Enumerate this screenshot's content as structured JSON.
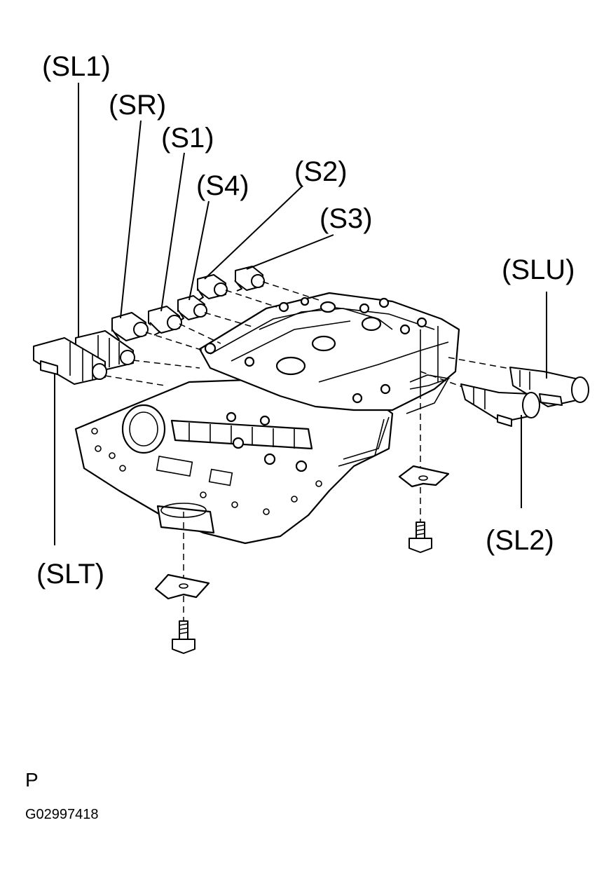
{
  "labels": {
    "sl1": "(SL1)",
    "sr": "(SR)",
    "s1": "(S1)",
    "s4": "(S4)",
    "s2": "(S2)",
    "s3": "(S3)",
    "slu": "(SLU)",
    "sl2": "(SL2)",
    "slt": "(SLT)"
  },
  "footer": {
    "mark": "P",
    "code": "G02997418"
  }
}
